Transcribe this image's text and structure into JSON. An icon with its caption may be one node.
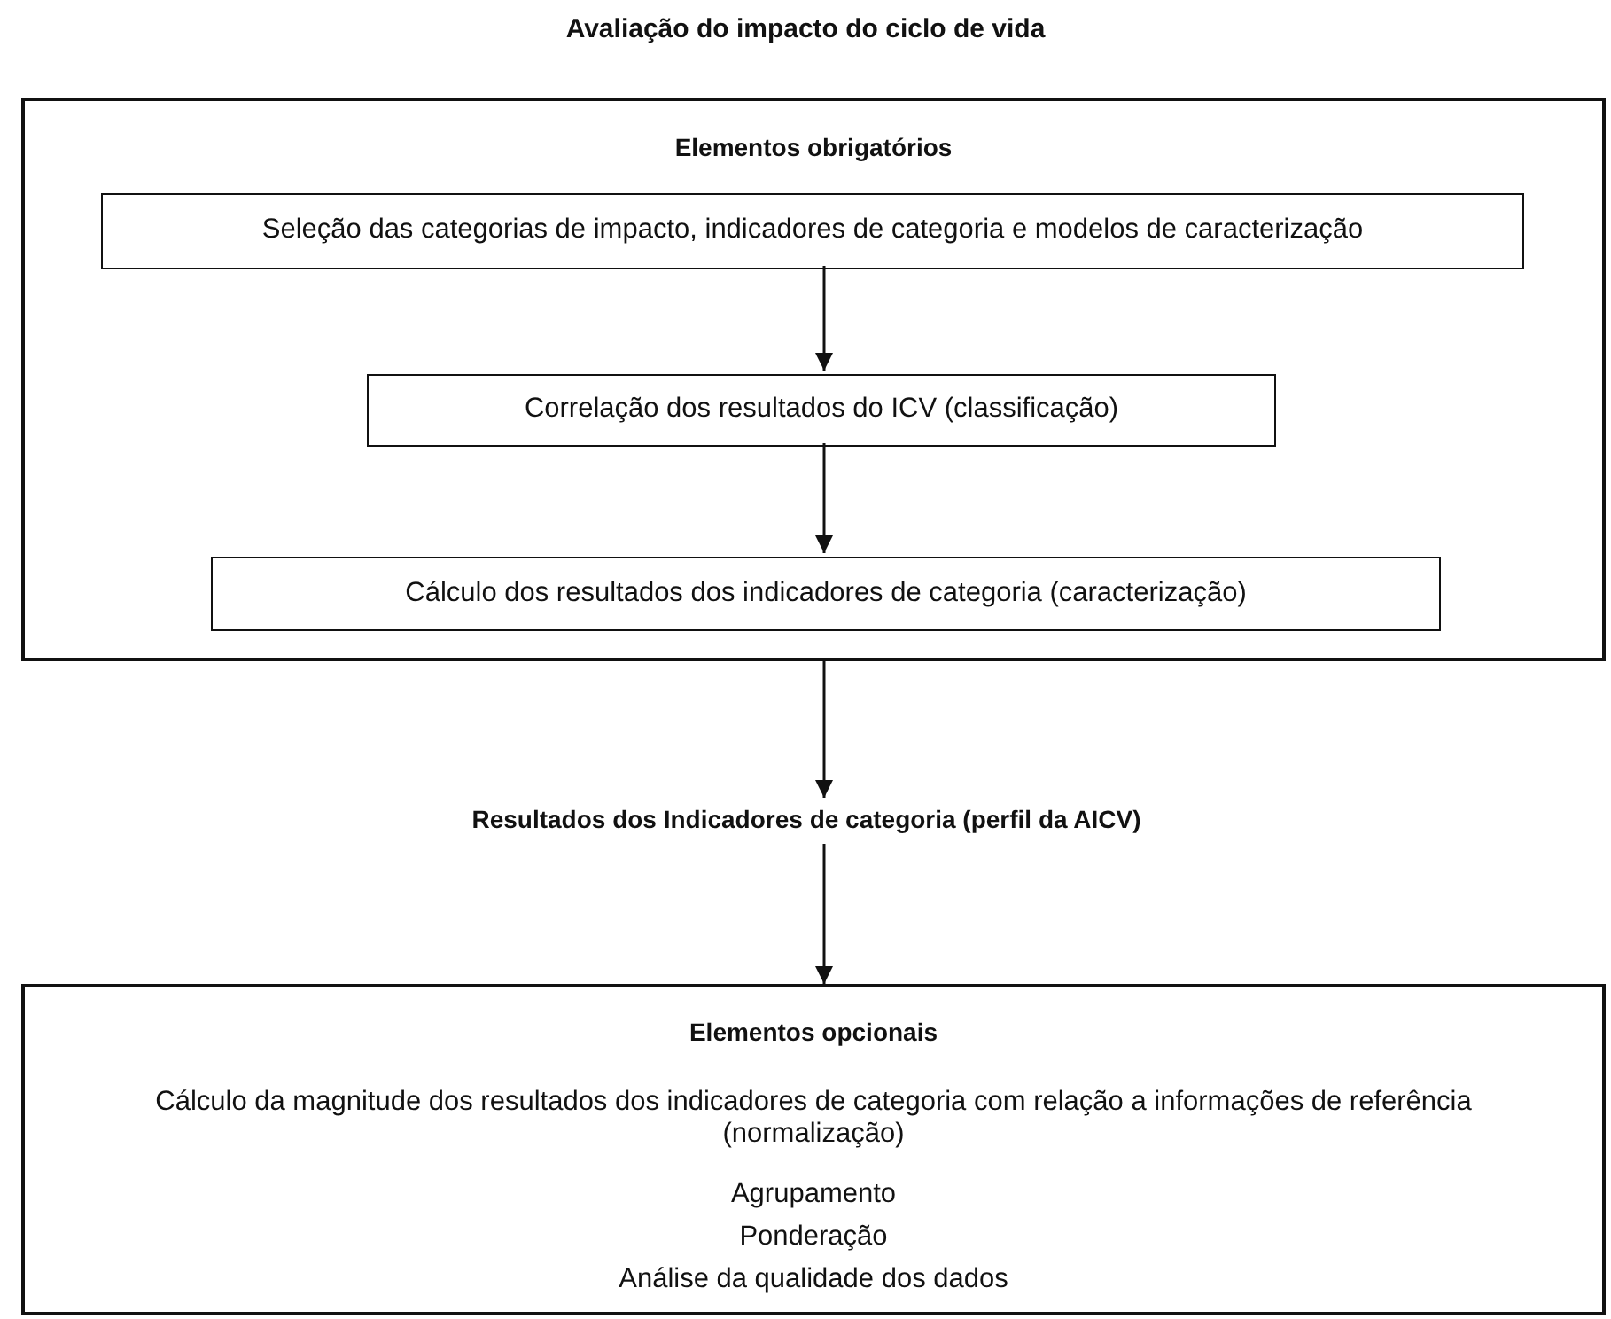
{
  "diagram": {
    "title": "Avaliação do impacto do ciclo de vida",
    "nodes": [
      {
        "text": [
          "Elementos obrigatórios"
        ]
      },
      {
        "text": [
          "Seleção das categorias de impacto, indicadores de categoria e modelos de caracterização"
        ],
        "in": 0
      },
      {
        "text": [
          "Correlação dos resultados do ICV (classificação)"
        ],
        "in": 0
      },
      {
        "text": [
          "Cálculo dos resultados dos indicadores de categoria (caracterização)"
        ],
        "in": 0
      },
      {
        "text": [
          "Resultados dos Indicadores de categoria (perfil da AICV)"
        ]
      },
      {
        "text": [
          "Elementos opcionais",
          "Cálculo da magnitude dos resultados dos indicadores de categoria com relação a informações de referência (normalização)",
          "Agrupamento",
          "Ponderação",
          "Análise da qualidade dos dados"
        ]
      }
    ],
    "edges": [
      {
        "from": 1,
        "to": 2,
        "arrow": "to"
      },
      {
        "from": 2,
        "to": 3,
        "arrow": "to"
      },
      {
        "from": 0,
        "to": 4,
        "arrow": "to"
      },
      {
        "from": 4,
        "to": 5,
        "arrow": "to"
      }
    ]
  }
}
